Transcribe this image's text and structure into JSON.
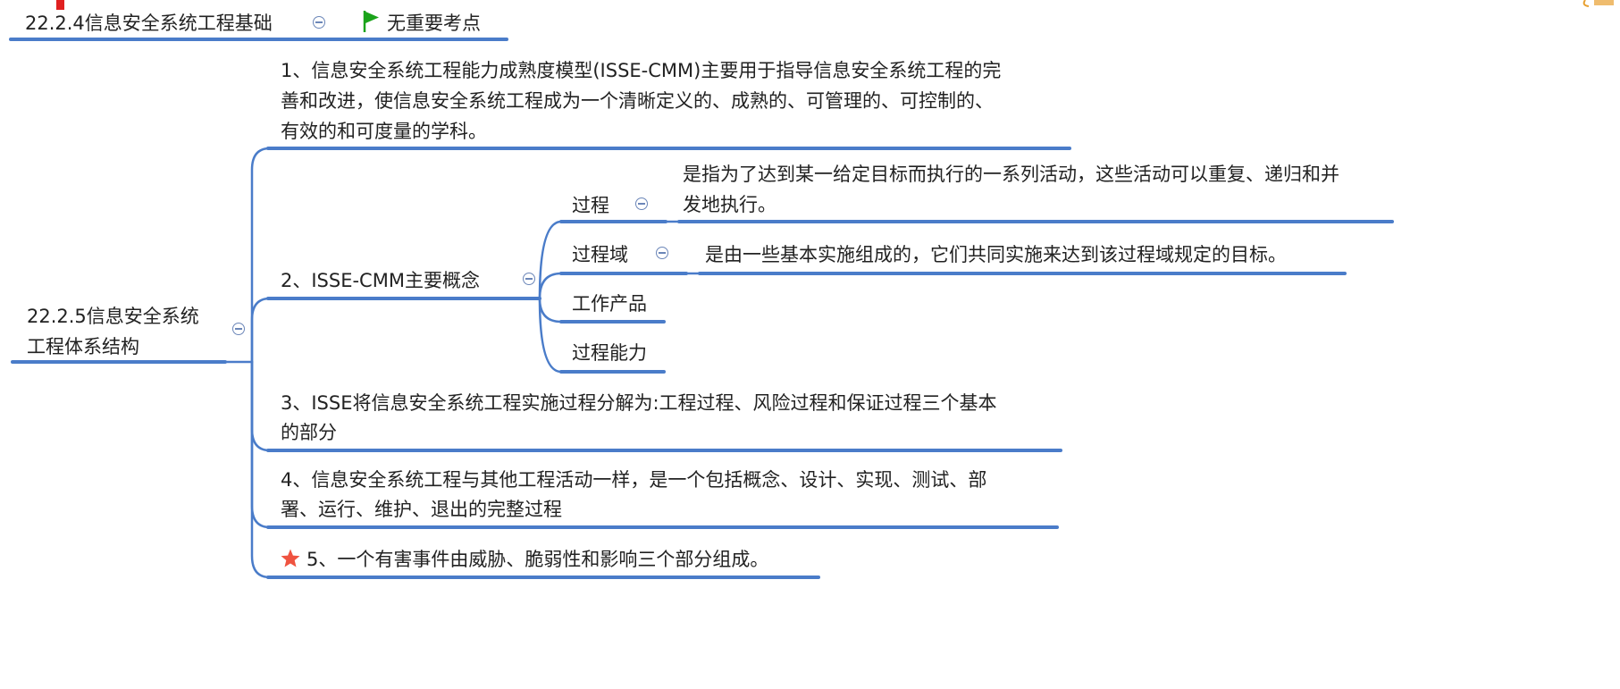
{
  "colors": {
    "branch": "#4a7cc9",
    "icon": "#6b86b8",
    "flag": "#1aa31a",
    "star": "#ef5340"
  },
  "top_topic": {
    "title": "22.2.4信息安全系统工程基础",
    "marker_label": "无重要考点",
    "marker_icon": "green-flag-icon"
  },
  "root": {
    "title_line1": "22.2.5信息安全系统",
    "title_line2": "工程体系结构",
    "branches": [
      {
        "lines": [
          "1、信息安全系统工程能力成熟度模型(ISSE-CMM)主要用于指导信息安全系统工程的完",
          "善和改进，使信息安全系统工程成为一个清晰定义的、成熟的、可管理的、可控制的、",
          "有效的和可度量的学科。"
        ]
      },
      {
        "title": "2、ISSE-CMM主要概念",
        "children": [
          {
            "title": "过程",
            "detail_lines": [
              "是指为了达到某一给定目标而执行的一系列活动，这些活动可以重复、递归和并",
              "发地执行。"
            ]
          },
          {
            "title": "过程域",
            "detail_lines": [
              "是由一些基本实施组成的，它们共同实施来达到该过程域规定的目标。"
            ]
          },
          {
            "title": "工作产品"
          },
          {
            "title": "过程能力"
          }
        ]
      },
      {
        "lines": [
          "3、ISSE将信息安全系统工程实施过程分解为:工程过程、风险过程和保证过程三个基本",
          "的部分"
        ]
      },
      {
        "lines": [
          "4、信息安全系统工程与其他工程活动一样，是一个包括概念、设计、实现、测试、部",
          "署、运行、维护、退出的完整过程"
        ]
      },
      {
        "marker_icon": "red-star-icon",
        "lines": [
          "5、一个有害事件由威胁、脆弱性和影响三个部分组成。"
        ]
      }
    ]
  }
}
